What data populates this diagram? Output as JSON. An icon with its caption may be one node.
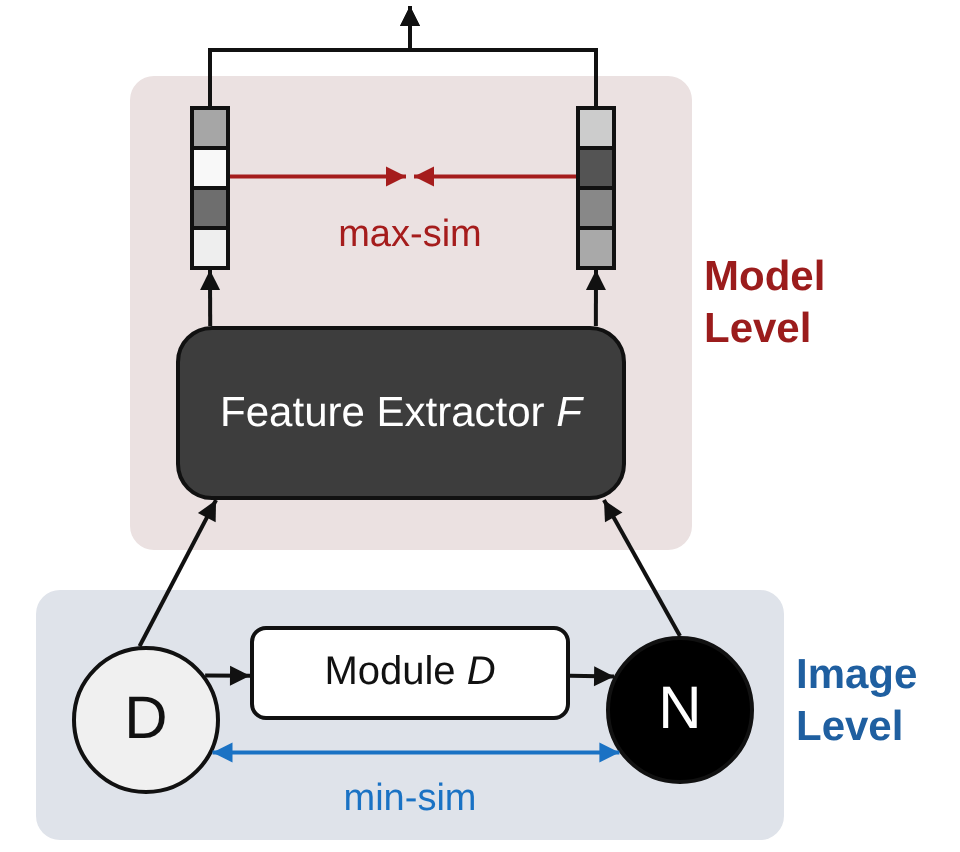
{
  "diagram": {
    "nodes": [
      {
        "text": [
          "Model Level"
        ]
      },
      {
        "text": [],
        "shape": "bar",
        "in": 0
      },
      {
        "text": [],
        "shape": "bar",
        "in": 0
      },
      {
        "text": [
          "Feature Extractor *F*"
        ],
        "in": 0
      },
      {
        "text": [
          "Image Level"
        ]
      },
      {
        "text": [
          "D"
        ],
        "in": 4
      },
      {
        "text": [
          "Module *D*"
        ],
        "in": 4
      },
      {
        "text": [
          "N"
        ],
        "in": 4
      }
    ],
    "edges": [
      {
        "from": 1,
        "to": null,
        "arrow": "to"
      },
      {
        "from": 2,
        "to": null,
        "arrow": "to"
      },
      {
        "from": 1,
        "to": null,
        "arrow": "to",
        "color": "#a51c1c"
      },
      {
        "from": 2,
        "to": null,
        "arrow": "to",
        "color": "#a51c1c"
      },
      {
        "from": 3,
        "to": 1,
        "arrow": "to"
      },
      {
        "from": 3,
        "to": 2,
        "arrow": "to"
      },
      {
        "from": 5,
        "to": 3,
        "arrow": "to"
      },
      {
        "from": 7,
        "to": 3,
        "arrow": "to"
      },
      {
        "from": 5,
        "to": 6,
        "arrow": "to"
      },
      {
        "from": 6,
        "to": 7,
        "arrow": "to"
      },
      {
        "from": 5,
        "to": 7,
        "arrow": "both",
        "label": "min-sim",
        "color": "#1a72c4"
      }
    ],
    "labels": [
      "max-sim"
    ]
  }
}
